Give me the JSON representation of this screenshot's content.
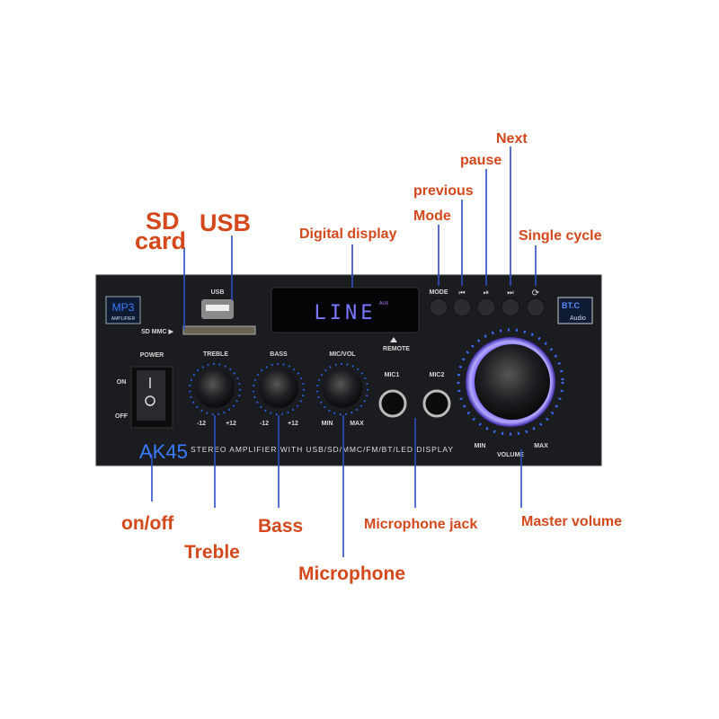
{
  "callouts": {
    "sd_card_1": "SD",
    "sd_card_2": "card",
    "usb": "USB",
    "digital_display": "Digital display",
    "mode": "Mode",
    "previous": "previous",
    "pause": "pause",
    "next": "Next",
    "single_cycle": "Single cycle",
    "on_off": "on/off",
    "treble": "Treble",
    "bass": "Bass",
    "microphone": "Microphone",
    "microphone_jack": "Microphone jack",
    "master_volume": "Master volume"
  },
  "panel": {
    "badge_top": "MP3",
    "badge_bottom": "AMPLIFIER",
    "usb": "USB",
    "sd_mmc": "SD MMC ▶",
    "display_text": "LINE",
    "display_sub": "AUX",
    "remote": "REMOTE",
    "mode": "MODE",
    "bt_top": "BT.C",
    "bt_bottom": "Audio",
    "power": "POWER",
    "on": "ON",
    "off": "OFF",
    "treble": "TREBLE",
    "bass": "BASS",
    "mic_vol": "MIC/VOL",
    "treble_min": "-12",
    "treble_max": "+12",
    "bass_min": "-12",
    "bass_max": "+12",
    "mic_min": "MIN",
    "mic_max": "MAX",
    "mic1": "MIC1",
    "mic2": "MIC2",
    "vol_min": "MIN",
    "vol_max": "MAX",
    "volume": "VOLUME",
    "model": "AK45",
    "tagline": "STEREO AMPLIFIER WITH USB/SD/MMC/FM/BT/LED DISPLAY"
  },
  "colors": {
    "callout": "#d4481c",
    "leader": "#2d4fc4",
    "led": "#3a6cff",
    "panel": "#1b1c20"
  }
}
